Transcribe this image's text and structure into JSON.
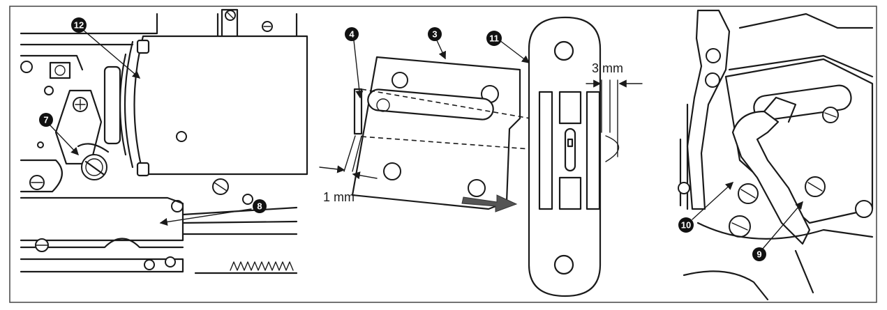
{
  "callouts": {
    "c3": "3",
    "c4": "4",
    "c7": "7",
    "c8": "8",
    "c9": "9",
    "c10": "10",
    "c11": "11",
    "c12": "12"
  },
  "dimensions": {
    "gap_1mm": "1 mm",
    "gap_3mm": "3 mm"
  },
  "colors": {
    "frame": "#444444",
    "ink": "#1a1a1a",
    "arrow": "#555555",
    "badge": "#111111"
  }
}
